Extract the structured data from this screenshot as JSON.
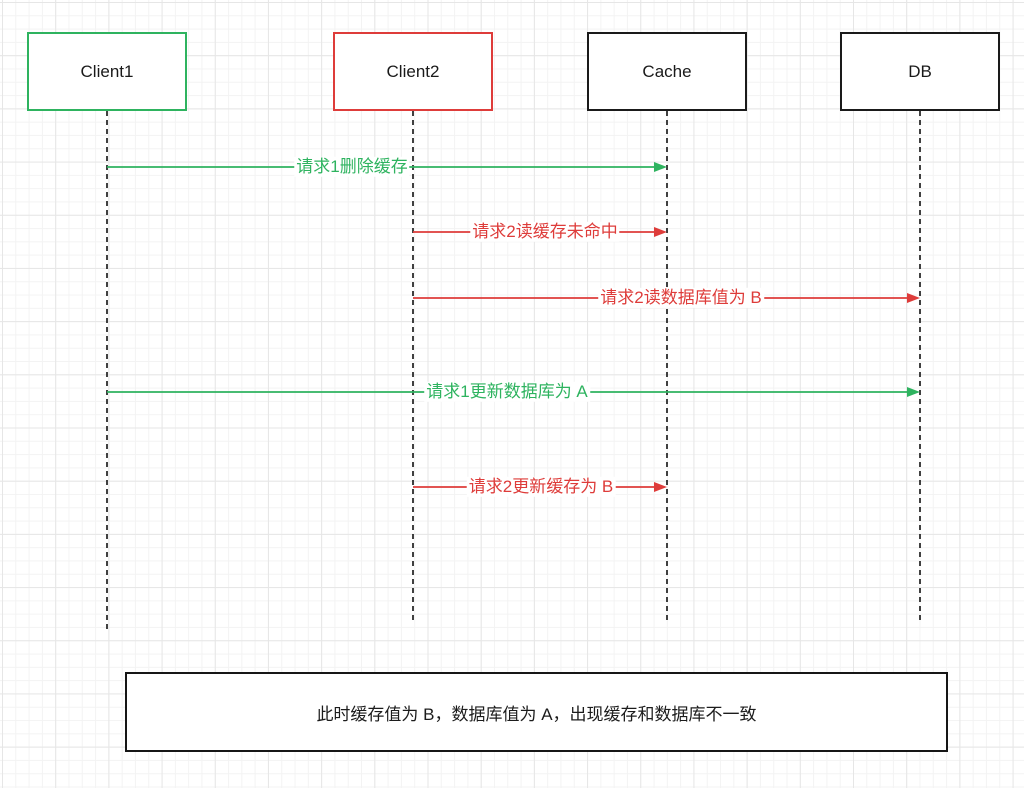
{
  "diagram": {
    "actors": [
      {
        "id": "client1",
        "label": "Client1",
        "border_color": "#2eb35f"
      },
      {
        "id": "client2",
        "label": "Client2",
        "border_color": "#de3c3a"
      },
      {
        "id": "cache",
        "label": "Cache",
        "border_color": "#1a1a1a"
      },
      {
        "id": "db",
        "label": "DB",
        "border_color": "#1a1a1a"
      }
    ],
    "messages": [
      {
        "from": "Client1",
        "to": "Cache",
        "label": "请求1删除缓存",
        "color": "#2eb35f"
      },
      {
        "from": "Client2",
        "to": "Cache",
        "label": "请求2读缓存未命中",
        "color": "#de3c3a"
      },
      {
        "from": "Client2",
        "to": "DB",
        "label": "请求2读数据库值为 B",
        "color": "#de3c3a"
      },
      {
        "from": "Client1",
        "to": "DB",
        "label": "请求1更新数据库为 A",
        "color": "#2eb35f"
      },
      {
        "from": "Client2",
        "to": "Cache",
        "label": "请求2更新缓存为 B",
        "color": "#de3c3a"
      }
    ],
    "note": {
      "text": "此时缓存值为 B，数据库值为 A，出现缓存和数据库不一致"
    },
    "colors": {
      "request1_green": "#2eb35f",
      "request2_red": "#de3c3a",
      "neutral_black": "#1a1a1a",
      "canvas_background": "#ffffff"
    }
  }
}
